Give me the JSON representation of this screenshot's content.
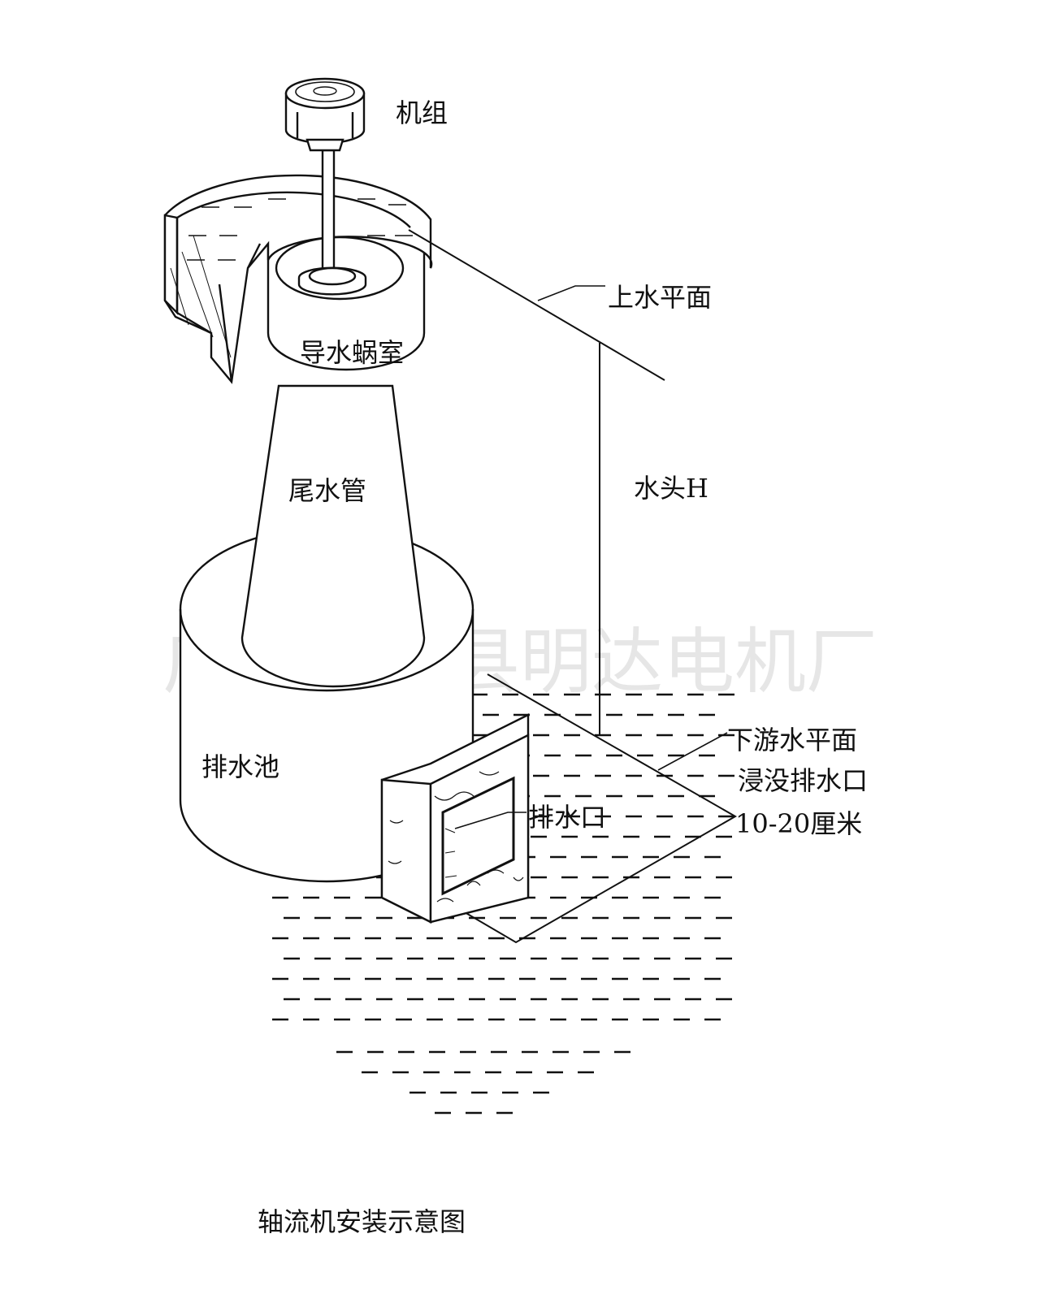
{
  "labels": {
    "unit": "机组",
    "upper_level": "上水平面",
    "volute": "导水蜗室",
    "draft_tube": "尾水管",
    "head": "水头H",
    "tank": "排水池",
    "outlet": "排水口",
    "lower_level_line1": "下游水平面",
    "lower_level_line2": "浸没排水口",
    "lower_level_line3": "10-20厘米"
  },
  "title": "轴流机安装示意图",
  "watermark": "广西平南县明达电机厂",
  "colors": {
    "line": "#111111",
    "background": "#ffffff",
    "watermark": "#d3d3d3"
  }
}
